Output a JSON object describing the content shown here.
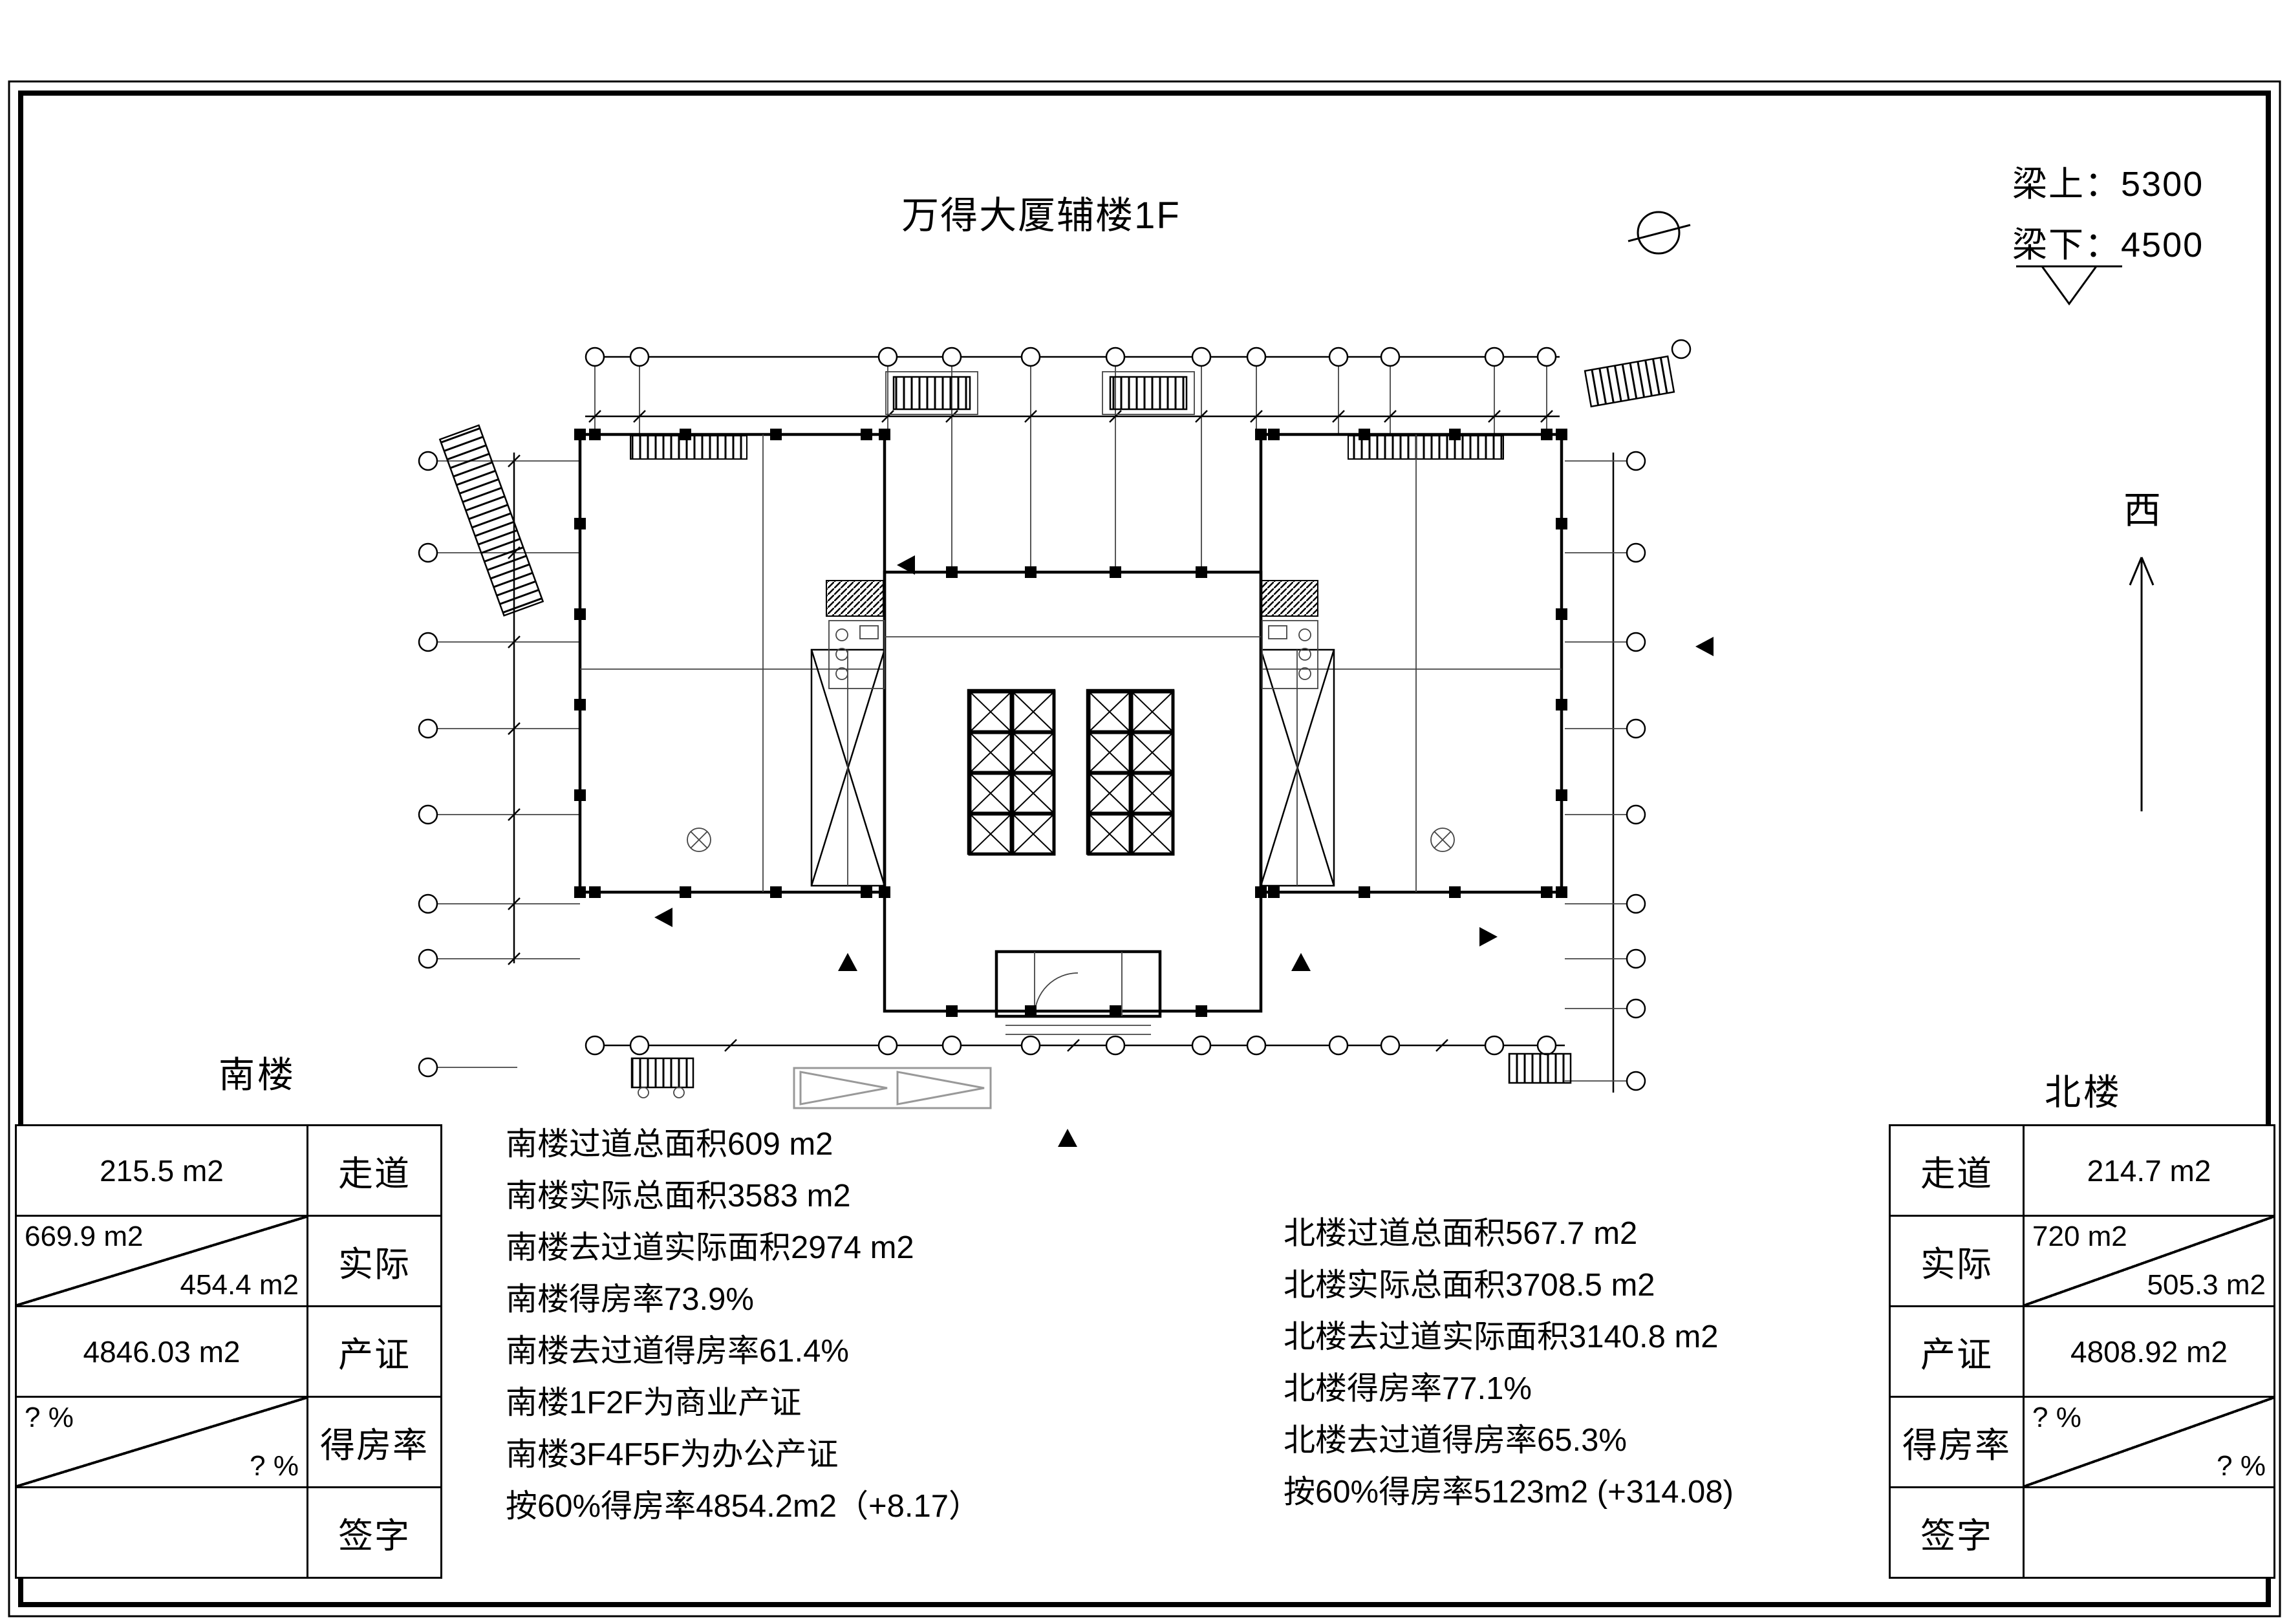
{
  "title": "万得大厦辅楼1F",
  "beam": {
    "upper": "梁上：5300",
    "lower": "梁下：4500"
  },
  "compass": {
    "west": "西"
  },
  "south": {
    "label": "南楼",
    "table": {
      "corridor_label": "走道",
      "corridor_value": "215.5 m2",
      "actual_label": "实际",
      "actual_value_top": "669.9 m2",
      "actual_value_bottom": "454.4 m2",
      "certificate_label": "产证",
      "certificate_value": "4846.03 m2",
      "ratio_label": "得房率",
      "ratio_value_top": "? %",
      "ratio_value_bottom": "? %",
      "signature_label": "签字"
    },
    "notes": [
      "南楼过道总面积609 m2",
      "南楼实际总面积3583 m2",
      "南楼去过道实际面积2974 m2",
      "南楼得房率73.9%",
      "南楼去过道得房率61.4%",
      "南楼1F2F为商业产证",
      "南楼3F4F5F为办公产证",
      "按60%得房率4854.2m2（+8.17）"
    ]
  },
  "north": {
    "label": "北楼",
    "table": {
      "corridor_label": "走道",
      "corridor_value": "214.7 m2",
      "actual_label": "实际",
      "actual_value_top": "720 m2",
      "actual_value_bottom": "505.3 m2",
      "certificate_label": "产证",
      "certificate_value": "4808.92 m2",
      "ratio_label": "得房率",
      "ratio_value_top": "? %",
      "ratio_value_bottom": "? %",
      "signature_label": "签字"
    },
    "notes": [
      "北楼过道总面积567.7 m2",
      "北楼实际总面积3708.5 m2",
      "北楼去过道实际面积3140.8 m2",
      "北楼得房率77.1%",
      "北楼去过道得房率65.3%",
      "按60%得房率5123m2 (+314.08)"
    ]
  }
}
